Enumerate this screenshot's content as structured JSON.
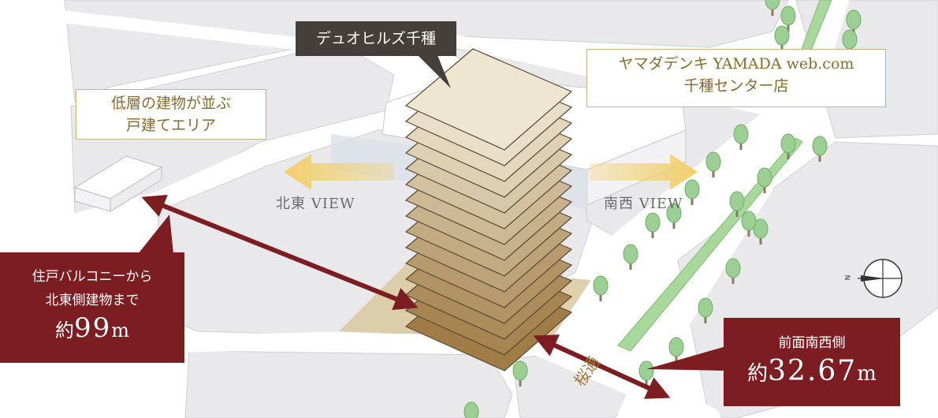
{
  "building_name": "デュオヒルズ千種",
  "area_callout": {
    "line1": "低層の建物が並ぶ",
    "line2": "戸建てエリア"
  },
  "store_callout": {
    "line1": "ヤマダデンキ YAMADA web.com",
    "line2": "千種センター店"
  },
  "views": {
    "northeast": "北東 VIEW",
    "southwest": "南西 VIEW"
  },
  "north_distance": {
    "line1": "住戸バルコニーから",
    "line2": "北東側建物まで",
    "prefix": "約",
    "value": "99",
    "unit": "m"
  },
  "south_distance": {
    "line1": "前面南西側",
    "prefix": "約",
    "value": "32.67",
    "unit": "m"
  },
  "street_name": "桜通",
  "compass": {
    "north_label": "N"
  },
  "colors": {
    "accent_red": "#7c1d22",
    "tag_dark": "#453f3b",
    "gold": "#c9b184",
    "arrow_yellow": "#f2cf6b",
    "road": "#ffffff",
    "block": "#e8e8eb",
    "tree": "#9bcf93"
  }
}
